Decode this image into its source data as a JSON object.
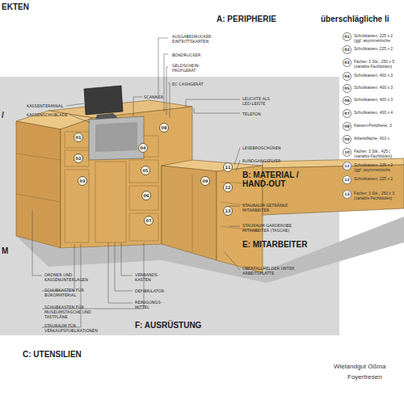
{
  "diagram": {
    "nodes": [
      {
        "text": [
          "08"
        ]
      },
      {
        "text": [
          "01"
        ]
      },
      {
        "text": [
          "02"
        ]
      },
      {
        "text": [
          "04"
        ]
      },
      {
        "text": [
          "03"
        ]
      },
      {
        "text": [
          "05"
        ]
      },
      {
        "text": [
          "06"
        ]
      },
      {
        "text": [
          "07"
        ]
      },
      {
        "text": [
          "09"
        ]
      },
      {
        "text": [
          "11"
        ]
      },
      {
        "text": [
          "12"
        ]
      },
      {
        "text": [
          "13"
        ]
      },
      {
        "text": [
          "01",
          "Schubkasten, 225 x 2 (ggf. asymmetrische"
        ]
      },
      {
        "text": [
          "02",
          "Schubkasten, 225 x 2"
        ]
      },
      {
        "text": [
          "03",
          "Fächer, 3 Stk., 250 x 5 (variable Fachböden)"
        ]
      },
      {
        "text": [
          "04",
          "Schubkasten, 400 x 3"
        ]
      },
      {
        "text": [
          "05",
          "Schubkasten, 400 x 3"
        ]
      },
      {
        "text": [
          "06",
          "Schubkasten, 400 x 3"
        ]
      },
      {
        "text": [
          "07",
          "Schubkasten, 400 x 4"
        ]
      },
      {
        "text": [
          "08",
          "Kassen-Peripherie, 3"
        ]
      },
      {
        "text": [
          "09",
          "Arbeitsfläche, 410 x"
        ]
      },
      {
        "text": [
          "10",
          "Fächer, 3 Stk., 425 ( (variable Fachböden)"
        ]
      },
      {
        "text": [
          "11",
          "Schubkasten, 225 x 2 (ggf. asymmetrische"
        ]
      },
      {
        "text": [
          "12",
          "Schubkasten, 225 x 2"
        ]
      },
      {
        "text": [
          "13",
          "Fächer, 3 Stk., 250 x 3 (variable Fachböden)"
        ]
      }
    ],
    "labels": [
      "EKTEN",
      "A: PERIPHERIE",
      "überschlägliche li",
      "KASSENTERMINAL",
      "KASSENSCHUBLADE",
      "AUSGABEDRUCKER EINTRITTSKARTEN",
      "BONDRUCKER",
      "GELDSCHEIN-PRÜFGERÄT",
      "EC CASHGERÄT",
      "SCANNER",
      "LEUCHTE ALS LED-LEISTE",
      "TELEFON",
      "LESEBROSCHÜREN",
      "RUNDGANGSFLYER",
      "B: MATERIAL / HAND-OUT",
      "STAURAUM GETRÄNKE MITARBEITER",
      "STAURAUM GARDEROBE MITARBEITER (TASCHE)",
      "E: MITARBEITER",
      "ÜBERFALLMELDER UNTER ARBEITSPLATTE",
      "VERBANDS-KASTEN",
      "DEFIBRILATOR",
      "REINIGUNGS-MITTEL",
      "F: AUSRÜSTUNG",
      "ORDNER UND KASSENUNTERLAGEN",
      "SCHUBKASTEN FÜR BÜROMATERIAL",
      "SCHUBKASTEN FÜR MUSEUMSTASCHE UND TASTPLÄNE",
      "STAURAUM FÜR VERKAUFSPUBLIKATIONEN",
      "C: UTENSILIEN",
      "/",
      "M",
      "Wielandgut Oßma",
      "Foyertresen"
    ]
  }
}
